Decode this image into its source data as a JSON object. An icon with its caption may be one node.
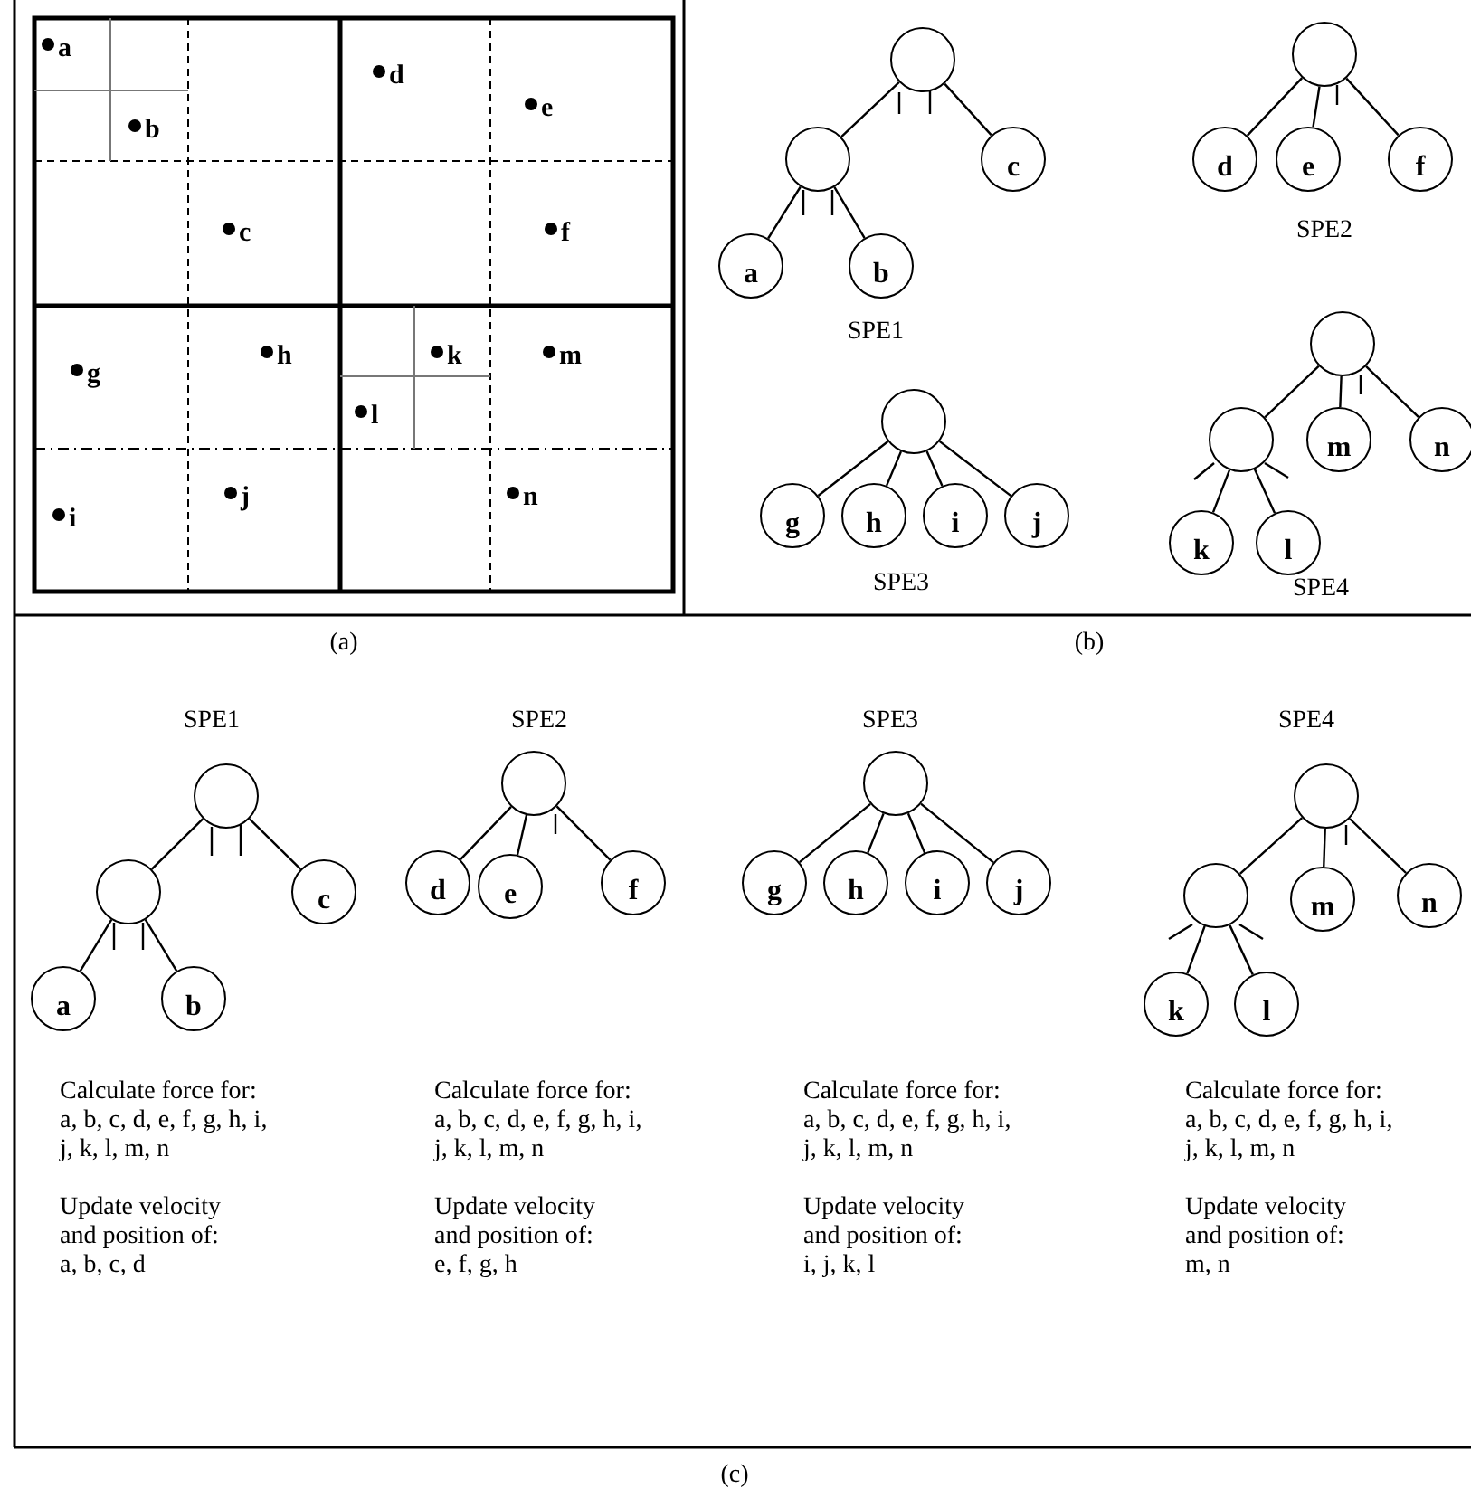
{
  "diagram": {
    "nodes": [
      {
        "text": [],
        "shape": "circle"
      },
      {
        "text": [],
        "shape": "circle"
      },
      {
        "text": [
          "c"
        ]
      },
      {
        "text": [
          "a"
        ]
      },
      {
        "text": [
          "b"
        ]
      },
      {
        "text": [],
        "shape": "circle"
      },
      {
        "text": [
          "d"
        ]
      },
      {
        "text": [
          "e"
        ]
      },
      {
        "text": [
          "f"
        ]
      },
      {
        "text": [],
        "shape": "circle"
      },
      {
        "text": [
          "g"
        ]
      },
      {
        "text": [
          "h"
        ]
      },
      {
        "text": [
          "i"
        ]
      },
      {
        "text": [
          "j"
        ]
      },
      {
        "text": [],
        "shape": "circle"
      },
      {
        "text": [],
        "shape": "circle"
      },
      {
        "text": [
          "m"
        ]
      },
      {
        "text": [
          "n"
        ]
      },
      {
        "text": [
          "k"
        ]
      },
      {
        "text": [
          "l"
        ]
      },
      {
        "text": [],
        "shape": "circle"
      },
      {
        "text": [],
        "shape": "circle"
      },
      {
        "text": [
          "c"
        ]
      },
      {
        "text": [
          "a"
        ]
      },
      {
        "text": [
          "b"
        ]
      },
      {
        "text": [],
        "shape": "circle"
      },
      {
        "text": [
          "d"
        ]
      },
      {
        "text": [
          "e"
        ]
      },
      {
        "text": [
          "f"
        ]
      },
      {
        "text": [],
        "shape": "circle"
      },
      {
        "text": [
          "g"
        ]
      },
      {
        "text": [
          "h"
        ]
      },
      {
        "text": [
          "i"
        ]
      },
      {
        "text": [
          "j"
        ]
      },
      {
        "text": [],
        "shape": "circle"
      },
      {
        "text": [],
        "shape": "circle"
      },
      {
        "text": [
          "m"
        ]
      },
      {
        "text": [
          "n"
        ]
      },
      {
        "text": [
          "k"
        ]
      },
      {
        "text": [
          "l"
        ]
      }
    ],
    "edges": [
      {
        "from": 0,
        "to": 1,
        "arrow": "none"
      },
      {
        "from": 0,
        "to": null,
        "arrow": "none"
      },
      {
        "from": 0,
        "to": null,
        "arrow": "none"
      },
      {
        "from": 0,
        "to": 2,
        "arrow": "none"
      },
      {
        "from": 1,
        "to": 3,
        "arrow": "none"
      },
      {
        "from": 1,
        "to": null,
        "arrow": "none"
      },
      {
        "from": 1,
        "to": null,
        "arrow": "none"
      },
      {
        "from": 1,
        "to": 4,
        "arrow": "none"
      },
      {
        "from": 5,
        "to": 6,
        "arrow": "none"
      },
      {
        "from": 5,
        "to": 7,
        "arrow": "none"
      },
      {
        "from": 5,
        "to": null,
        "arrow": "none"
      },
      {
        "from": 5,
        "to": 8,
        "arrow": "none"
      },
      {
        "from": 9,
        "to": 10,
        "arrow": "none"
      },
      {
        "from": 9,
        "to": 11,
        "arrow": "none"
      },
      {
        "from": 9,
        "to": 12,
        "arrow": "none"
      },
      {
        "from": 9,
        "to": 13,
        "arrow": "none"
      },
      {
        "from": 14,
        "to": 15,
        "arrow": "none"
      },
      {
        "from": 14,
        "to": 16,
        "arrow": "none"
      },
      {
        "from": 14,
        "to": null,
        "arrow": "none"
      },
      {
        "from": 14,
        "to": 17,
        "arrow": "none"
      },
      {
        "from": 15,
        "to": null,
        "arrow": "none"
      },
      {
        "from": 15,
        "to": 18,
        "arrow": "none"
      },
      {
        "from": 15,
        "to": 19,
        "arrow": "none"
      },
      {
        "from": 15,
        "to": null,
        "arrow": "none"
      },
      {
        "from": 20,
        "to": 21,
        "arrow": "none"
      },
      {
        "from": 20,
        "to": null,
        "arrow": "none"
      },
      {
        "from": 20,
        "to": null,
        "arrow": "none"
      },
      {
        "from": 20,
        "to": 22,
        "arrow": "none"
      },
      {
        "from": 21,
        "to": 23,
        "arrow": "none"
      },
      {
        "from": 21,
        "to": null,
        "arrow": "none"
      },
      {
        "from": 21,
        "to": null,
        "arrow": "none"
      },
      {
        "from": 21,
        "to": 24,
        "arrow": "none"
      },
      {
        "from": 25,
        "to": 26,
        "arrow": "none"
      },
      {
        "from": 25,
        "to": 27,
        "arrow": "none"
      },
      {
        "from": 25,
        "to": null,
        "arrow": "none"
      },
      {
        "from": 25,
        "to": 28,
        "arrow": "none"
      },
      {
        "from": 29,
        "to": 30,
        "arrow": "none"
      },
      {
        "from": 29,
        "to": 31,
        "arrow": "none"
      },
      {
        "from": 29,
        "to": 32,
        "arrow": "none"
      },
      {
        "from": 29,
        "to": 33,
        "arrow": "none"
      },
      {
        "from": 34,
        "to": 35,
        "arrow": "none"
      },
      {
        "from": 34,
        "to": 36,
        "arrow": "none"
      },
      {
        "from": 34,
        "to": null,
        "arrow": "none"
      },
      {
        "from": 34,
        "to": 37,
        "arrow": "none"
      },
      {
        "from": 35,
        "to": null,
        "arrow": "none"
      },
      {
        "from": 35,
        "to": 38,
        "arrow": "none"
      },
      {
        "from": 35,
        "to": 39,
        "arrow": "none"
      },
      {
        "from": 35,
        "to": null,
        "arrow": "none"
      }
    ],
    "labels": [
      "a",
      "d",
      "e",
      "b",
      "c",
      "f",
      "h",
      "k",
      "m",
      "g",
      "l",
      "j",
      "n",
      "i",
      "SPE2",
      "SPE1",
      "SPE3",
      "SPE4",
      "(a)",
      "(b)",
      "SPE1",
      "SPE2",
      "SPE3",
      "SPE4",
      "Calculate force for: a, b, c, d, e, f, g, h, i, j, k, l, m, n",
      "Calculate force for: a, b, c, d, e, f, g, h, i, j, k, l, m, n",
      "Calculate force for: a, b, c, d, e, f, g, h, i, j, k, l, m, n",
      "Calculate force for: a, b, c, d, e, f, g, h, i, j, k, l, m, n",
      "Update velocity and position of: a, b, c, d",
      "Update velocity and position of: e, f, g, h",
      "Update velocity and position of: i, j, k, l",
      "Update velocity and position of: m, n",
      "(c)"
    ]
  }
}
